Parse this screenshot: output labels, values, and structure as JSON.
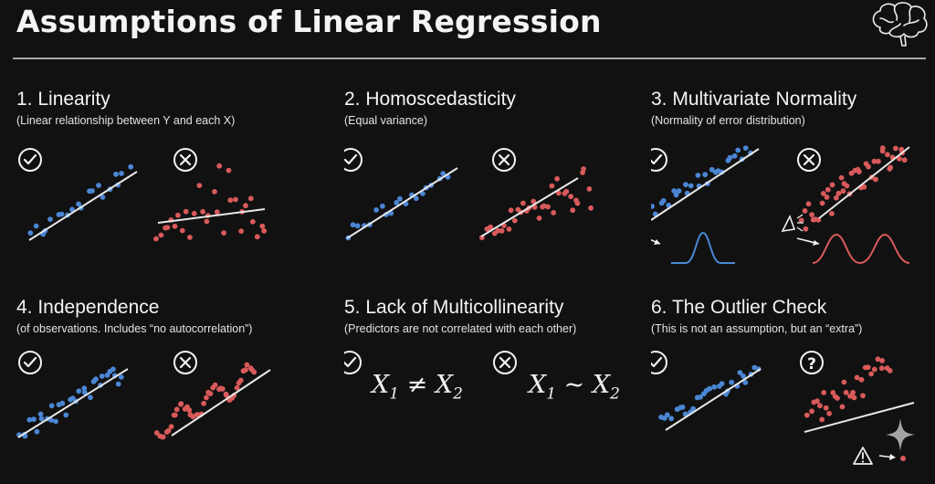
{
  "title": "Assumptions of Linear Regression",
  "panels": [
    {
      "heading": "1. Linearity",
      "subtitle": "(Linear relationship between Y and each X)"
    },
    {
      "heading": "2. Homoscedasticity",
      "subtitle": "(Equal variance)"
    },
    {
      "heading": "3. Multivariate Normality",
      "subtitle": "(Normality of error distribution)"
    },
    {
      "heading": "4. Independence",
      "subtitle": "(of observations. Includes “no autocorrelation”)"
    },
    {
      "heading": "5. Lack of Multicollinearity",
      "subtitle": "(Predictors are not correlated with each other)"
    },
    {
      "heading": "6. The Outlier Check",
      "subtitle": "(This is not an assumption, but an “extra”)"
    }
  ],
  "formulas": {
    "good": {
      "lhs": "X",
      "lhs_sub": "1",
      "op": "≠",
      "rhs": "X",
      "rhs_sub": "2"
    },
    "bad": {
      "lhs": "X",
      "lhs_sub": "1",
      "op": "~",
      "rhs": "X",
      "rhs_sub": "2"
    }
  },
  "icons": {
    "good": "check-circle-icon",
    "bad": "x-circle-icon",
    "unknown": "question-circle-icon",
    "warning": "warning-triangle-icon",
    "brain": "brain-icon",
    "eye": "eye-icon",
    "sparkle": "sparkle-icon"
  },
  "colors": {
    "background": "#111111",
    "good_points": "#4a86d4",
    "bad_points": "#d95a5a",
    "line": "#e8e8e8",
    "text": "#f2f2f2"
  }
}
